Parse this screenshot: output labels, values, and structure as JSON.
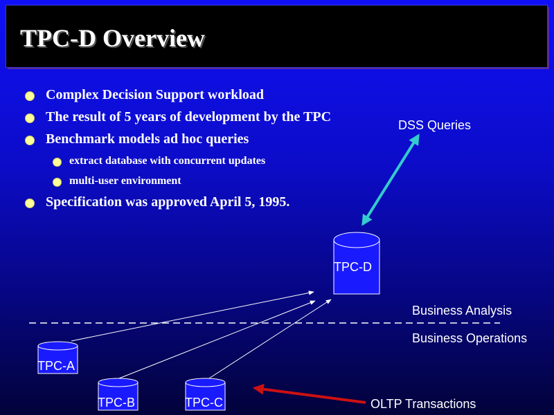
{
  "slide": {
    "title": "TPC-D Overview",
    "bullets": [
      "Complex Decision Support workload",
      "The result of 5 years of development by the TPC",
      "Benchmark models ad hoc queries"
    ],
    "sub_bullets": [
      "extract database with concurrent updates",
      "multi-user environment"
    ],
    "last_bullet": "Specification was approved April 5, 1995."
  },
  "diagram": {
    "dss_queries": "DSS Queries",
    "tpc_d": "TPC-D",
    "business_analysis": "Business Analysis",
    "business_operations": "Business Operations",
    "tpc_a": "TPC-A",
    "tpc_b": "TPC-B",
    "tpc_c": "TPC-C",
    "oltp": "OLTP Transactions"
  },
  "colors": {
    "background_top": "#1010f8",
    "bullet_dot": "#ffff99",
    "cylinder_fill": "#1a1aff",
    "dss_arrow": "#33cccc",
    "oltp_arrow": "#cc1111",
    "title_bar": "#000000"
  }
}
